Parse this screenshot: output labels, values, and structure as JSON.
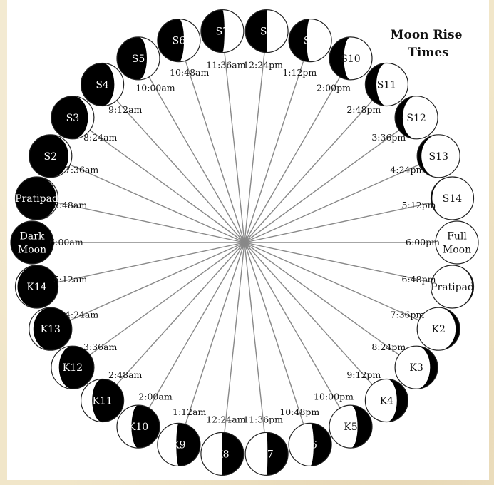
{
  "title": [
    "Moon Rise",
    "Times"
  ],
  "colors": {
    "dark": "#000000",
    "light": "#ffffff",
    "spoke": "#888888",
    "background": "#f1e6c9"
  },
  "phases": [
    {
      "label": [
        "Dark",
        "Moon"
      ],
      "time": "6:00am",
      "lit": 0
    },
    {
      "label": [
        "Pratipad"
      ],
      "time": "6:48am",
      "lit": 0.04
    },
    {
      "label": [
        "S2"
      ],
      "time": "7:36am",
      "lit": 0.08
    },
    {
      "label": [
        "S3"
      ],
      "time": "8:24am",
      "lit": 0.14
    },
    {
      "label": [
        "S4"
      ],
      "time": "9:12am",
      "lit": 0.22
    },
    {
      "label": [
        "S5"
      ],
      "time": "10:00am",
      "lit": 0.3
    },
    {
      "label": [
        "S6"
      ],
      "time": "10:48am",
      "lit": 0.38
    },
    {
      "label": [
        "S7"
      ],
      "time": "11:36am",
      "lit": 0.45
    },
    {
      "label": [
        "S8"
      ],
      "time": "12:24pm",
      "lit": 0.5
    },
    {
      "label": [
        "S9"
      ],
      "time": "1:12pm",
      "lit": 0.58
    },
    {
      "label": [
        "S10"
      ],
      "time": "2:00pm",
      "lit": 0.66
    },
    {
      "label": [
        "S11"
      ],
      "time": "2:48pm",
      "lit": 0.74
    },
    {
      "label": [
        "S12"
      ],
      "time": "3:36pm",
      "lit": 0.82
    },
    {
      "label": [
        "S13"
      ],
      "time": "4:24pm",
      "lit": 0.9
    },
    {
      "label": [
        "S14"
      ],
      "time": "5:12pm",
      "lit": 0.97
    },
    {
      "label": [
        "Full",
        "Moon"
      ],
      "time": "6:00pm",
      "lit": 1
    },
    {
      "label": [
        "Pratipad"
      ],
      "time": "6:48pm",
      "lit": 0.97
    },
    {
      "label": [
        "K2"
      ],
      "time": "7:36pm",
      "lit": 0.9
    },
    {
      "label": [
        "K3"
      ],
      "time": "8:24pm",
      "lit": 0.82
    },
    {
      "label": [
        "K4"
      ],
      "time": "9:12pm",
      "lit": 0.74
    },
    {
      "label": [
        "K5"
      ],
      "time": "10:00pm",
      "lit": 0.66
    },
    {
      "label": [
        "K6"
      ],
      "time": "10:48pm",
      "lit": 0.58
    },
    {
      "label": [
        "K7"
      ],
      "time": "11:36pm",
      "lit": 0.52
    },
    {
      "label": [
        "K8"
      ],
      "time": "12:24am",
      "lit": 0.5
    },
    {
      "label": [
        "K9"
      ],
      "time": "1:12am",
      "lit": 0.44
    },
    {
      "label": [
        "K10"
      ],
      "time": "2:00am",
      "lit": 0.34
    },
    {
      "label": [
        "K11"
      ],
      "time": "2:48am",
      "lit": 0.26
    },
    {
      "label": [
        "K12"
      ],
      "time": "3:36am",
      "lit": 0.18
    },
    {
      "label": [
        "K13"
      ],
      "time": "4:24am",
      "lit": 0.1
    },
    {
      "label": [
        "K14"
      ],
      "time": "5:12am",
      "lit": 0.05
    }
  ]
}
